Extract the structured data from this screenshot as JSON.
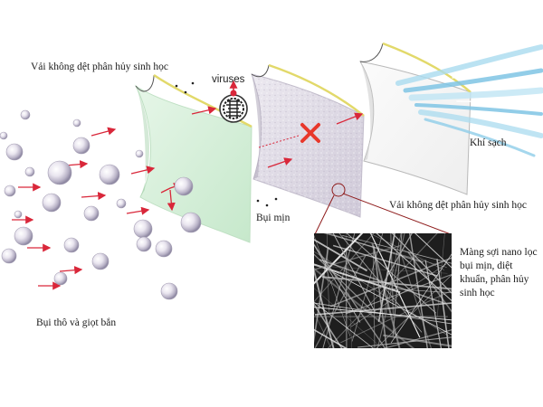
{
  "labels": {
    "layer1": "Vải không dệt phân hủy sinh học",
    "viruses": "viruses",
    "clean_air": "Khí sạch",
    "layer2": "Vải không dệt phân hủy sinh học",
    "fine_dust": "Bụi mịn",
    "coarse_dust": "Bụi thô và giọt bắn",
    "nano_membrane": "Màng sợi nano lọc bụi mịn, diệt khuẩn, phân hủy sinh học"
  },
  "icons": {
    "virus": "virus-icon",
    "blocked": "cross-mark-icon",
    "flow": "arrow-icon",
    "droplet": "droplet-icon"
  },
  "colors": {
    "layer1_fill": "#d5efd8",
    "layer2_fill": "#dcd7e3",
    "layer3_fill": "#f4f4f4",
    "edge_yellow": "#e2d96a",
    "arrow_red": "#d9273a",
    "cross_red": "#e8372b",
    "air_blue": "#7fc4e4",
    "connector": "#8e1b1b"
  }
}
